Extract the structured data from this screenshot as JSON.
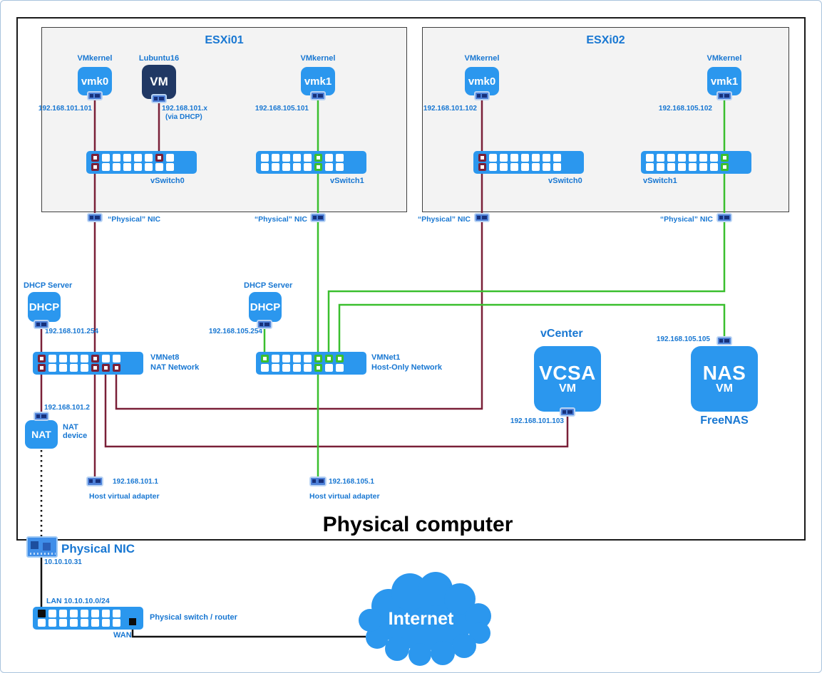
{
  "esxi01": {
    "title": "ESXi01",
    "vmkernel0_label": "VMkernel",
    "vmk0": "vmk0",
    "vmk0_ip": "192.168.101.101",
    "vm_title": "Lubuntu16",
    "vm_text": "VM",
    "vm_ip": "192.168.101.x",
    "vm_ip_note": "(via DHCP)",
    "vmkernel1_label": "VMkernel",
    "vmk1": "vmk1",
    "vmk1_ip": "192.168.105.101",
    "vswitch0": "vSwitch0",
    "vswitch1": "vSwitch1"
  },
  "esxi02": {
    "title": "ESXi02",
    "vmkernel0_label": "VMkernel",
    "vmk0": "vmk0",
    "vmk0_ip": "192.168.101.102",
    "vmkernel1_label": "VMkernel",
    "vmk1": "vmk1",
    "vmk1_ip": "192.168.105.102",
    "vswitch0": "vSwitch0",
    "vswitch1": "vSwitch1"
  },
  "physical_nic_port_label": "“Physical” NIC",
  "dhcp_nat": {
    "label": "DHCP Server",
    "box": "DHCP",
    "ip": "192.168.101.254"
  },
  "dhcp_hostonly": {
    "label": "DHCP Server",
    "box": "DHCP",
    "ip": "192.168.105.254"
  },
  "vmnet8": {
    "name": "VMNet8",
    "desc": "NAT Network"
  },
  "vmnet1": {
    "name": "VMNet1",
    "desc": "Host-Only Network"
  },
  "nat_device": {
    "ip": "192.168.101.2",
    "box": "NAT",
    "label1": "NAT",
    "label2": "device"
  },
  "vcenter": {
    "title": "vCenter",
    "box": "VCSA",
    "sub": "VM",
    "ip": "192.168.101.103"
  },
  "nas": {
    "ip": "192.168.105.105",
    "box": "NAS",
    "sub": "VM",
    "title": "FreeNAS"
  },
  "host_adapter_nat": {
    "ip": "192.168.101.1",
    "label": "Host virtual adapter"
  },
  "host_adapter_hostonly": {
    "ip": "192.168.105.1",
    "label": "Host virtual adapter"
  },
  "physical_computer_label": "Physical computer",
  "physical_nic": {
    "label": "Physical NIC",
    "ip": "10.10.10.31"
  },
  "physical_switch": {
    "lan_label": "LAN 10.10.10.0/24",
    "label": "Physical switch / router",
    "wan_label": "WAN"
  },
  "internet_label": "Internet",
  "colors": {
    "blue": "#2b97ee",
    "navy": "#203864",
    "label_blue": "#1877d2",
    "maroon": "#7a2038",
    "green": "#3abf2e"
  }
}
